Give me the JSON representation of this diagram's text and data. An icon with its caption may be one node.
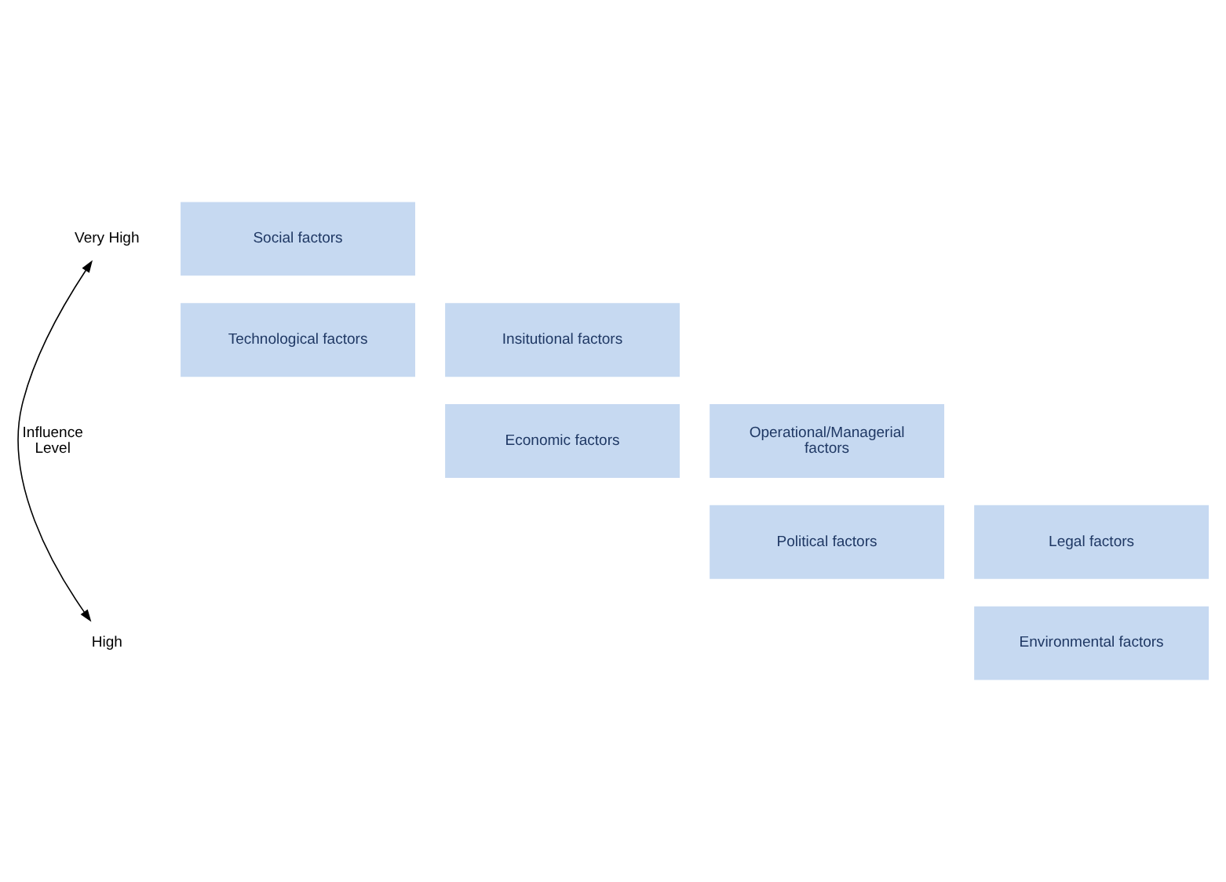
{
  "diagram": {
    "nodes": [
      {
        "text": [
          "Very High"
        ]
      },
      {
        "text": [
          "High"
        ]
      },
      {
        "text": [
          "Social factors"
        ]
      },
      {
        "text": [
          "Technological factors"
        ]
      },
      {
        "text": [
          "Insitutional factors"
        ]
      },
      {
        "text": [
          "Economic factors"
        ]
      },
      {
        "text": [
          "Operational/Managerial factors"
        ]
      },
      {
        "text": [
          "Political factors"
        ]
      },
      {
        "text": [
          "Legal factors"
        ]
      },
      {
        "text": [
          "Environmental factors"
        ]
      }
    ],
    "edges": [
      {
        "from": 0,
        "to": 1,
        "arrow": "both",
        "label": "Influence Level"
      }
    ]
  }
}
